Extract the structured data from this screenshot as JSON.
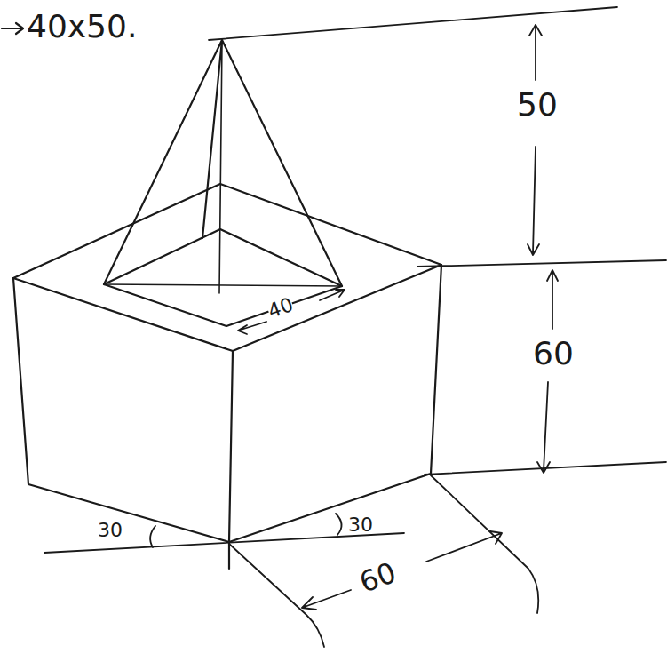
{
  "diagram": {
    "labels": [
      "40x50.",
      "50",
      "60",
      "40",
      "30",
      "30",
      "60"
    ]
  }
}
